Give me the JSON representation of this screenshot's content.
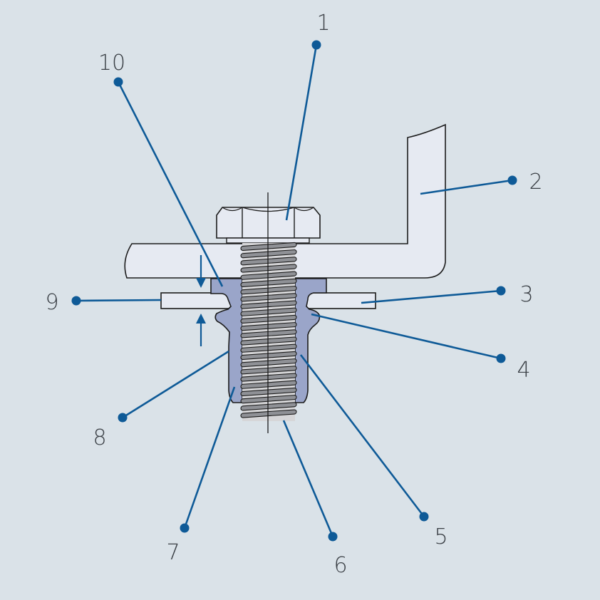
{
  "colors": {
    "background": "#dae2e8",
    "leader": "#0e5a97",
    "outline": "#1c1c1c",
    "part_fill": "#e6eaf2",
    "nut_fill": "#9aa5c9",
    "number": "#3a3f45"
  },
  "callouts": [
    {
      "id": "1",
      "label": "1"
    },
    {
      "id": "2",
      "label": "2"
    },
    {
      "id": "3",
      "label": "3"
    },
    {
      "id": "4",
      "label": "4"
    },
    {
      "id": "5",
      "label": "5"
    },
    {
      "id": "6",
      "label": "6"
    },
    {
      "id": "7",
      "label": "7"
    },
    {
      "id": "8",
      "label": "8"
    },
    {
      "id": "9",
      "label": "9"
    },
    {
      "id": "10",
      "label": "10"
    }
  ]
}
